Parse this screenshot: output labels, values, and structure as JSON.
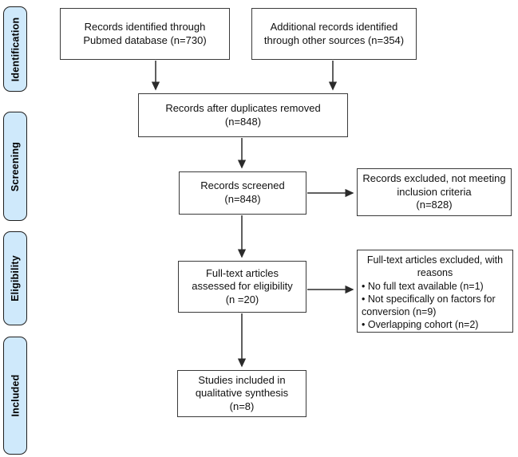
{
  "stages": {
    "identification": "Identification",
    "screening": "Screening",
    "eligibility": "Eligibility",
    "included": "Included"
  },
  "boxes": {
    "pubmed": "Records identified through\nPubmed database (n=730)",
    "other_sources": "Additional records identified\nthrough other sources (n=354)",
    "after_duplicates": "Records after duplicates removed\n(n=848)",
    "screened": "Records screened\n(n=848)",
    "excluded_screening": "Records excluded, not meeting\ninclusion criteria\n(n=828)",
    "fulltext_assessed": "Full-text articles\nassessed for eligibility\n(n =20)",
    "fulltext_excluded": {
      "heading": "Full-text articles excluded, with\nreasons",
      "reasons": [
        "• No full text available (n=1)",
        "• Not specifically on factors for conversion (n=9)",
        "• Overlapping cohort (n=2)"
      ]
    },
    "included_qualitative": "Studies included in\nqualitative synthesis\n(n=8)"
  },
  "colors": {
    "stage_fill": "#cfe9fb",
    "box_border": "#3a3a3a",
    "arrow": "#2b2b2b"
  }
}
